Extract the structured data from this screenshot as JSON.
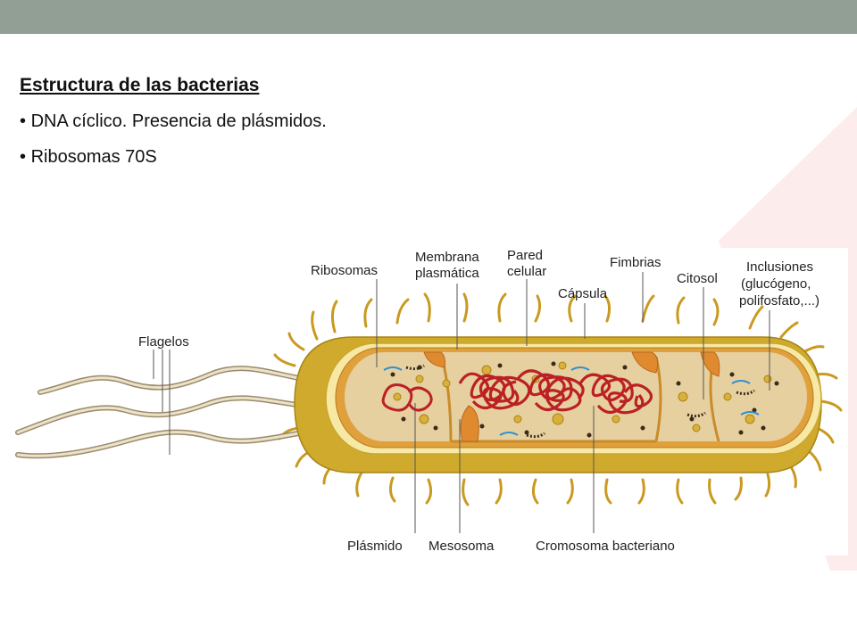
{
  "slide": {
    "title": "Estructura de las bacterias",
    "bullets": [
      "DNA cíclico. Presencia de plásmidos.",
      "Ribosomas 70S"
    ]
  },
  "diagram": {
    "labels": {
      "flagelos": "Flagelos",
      "ribosomas": "Ribosomas",
      "membrana_1": "Membrana",
      "membrana_2": "plasmática",
      "pared_1": "Pared",
      "pared_2": "celular",
      "capsula": "Cápsula",
      "fimbrias": "Fimbrias",
      "citosol": "Citosol",
      "inclusiones_1": "Inclusiones",
      "inclusiones_2": "(glucógeno,",
      "inclusiones_3": "polifosfato,...)",
      "plasmido": "Plásmido",
      "mesosoma": "Mesosoma",
      "cromosoma": "Cromosoma bacteriano"
    }
  },
  "colors": {
    "top_bar": "#919f94",
    "capsule": "#cfaa2c",
    "cell_wall": "#f7e9a3",
    "membrane": "#e0a13c",
    "cytoplasm": "#e6d0a0",
    "dna": "#bb2124",
    "granule": "#d8b03a"
  }
}
